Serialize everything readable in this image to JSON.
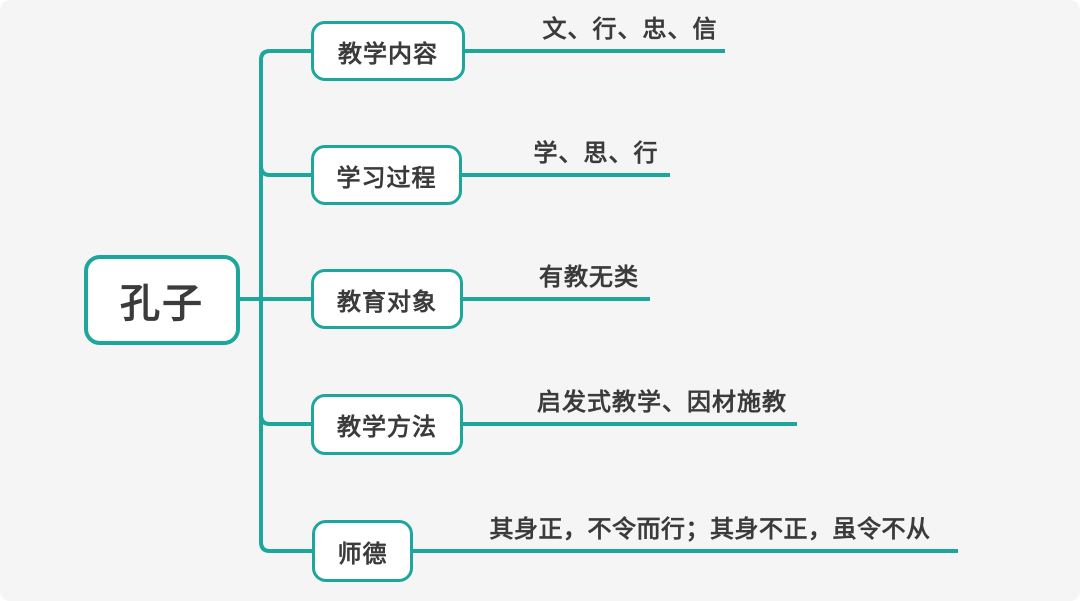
{
  "diagram": {
    "type": "mindmap",
    "root": {
      "label": "孔子"
    },
    "branches": [
      {
        "label": "教学内容",
        "leaf": "文、行、忠、信"
      },
      {
        "label": "学习过程",
        "leaf": "学、思、行"
      },
      {
        "label": "教育对象",
        "leaf": "有教无类"
      },
      {
        "label": "教学方法",
        "leaf": "启发式教学、因材施教"
      },
      {
        "label": "师德",
        "leaf": "其身正，不令而行；其身不正，虽令不从"
      }
    ],
    "colors": {
      "accent": "#1ca69c",
      "text": "#3b3b3b",
      "background": "#f5f5f6"
    }
  }
}
